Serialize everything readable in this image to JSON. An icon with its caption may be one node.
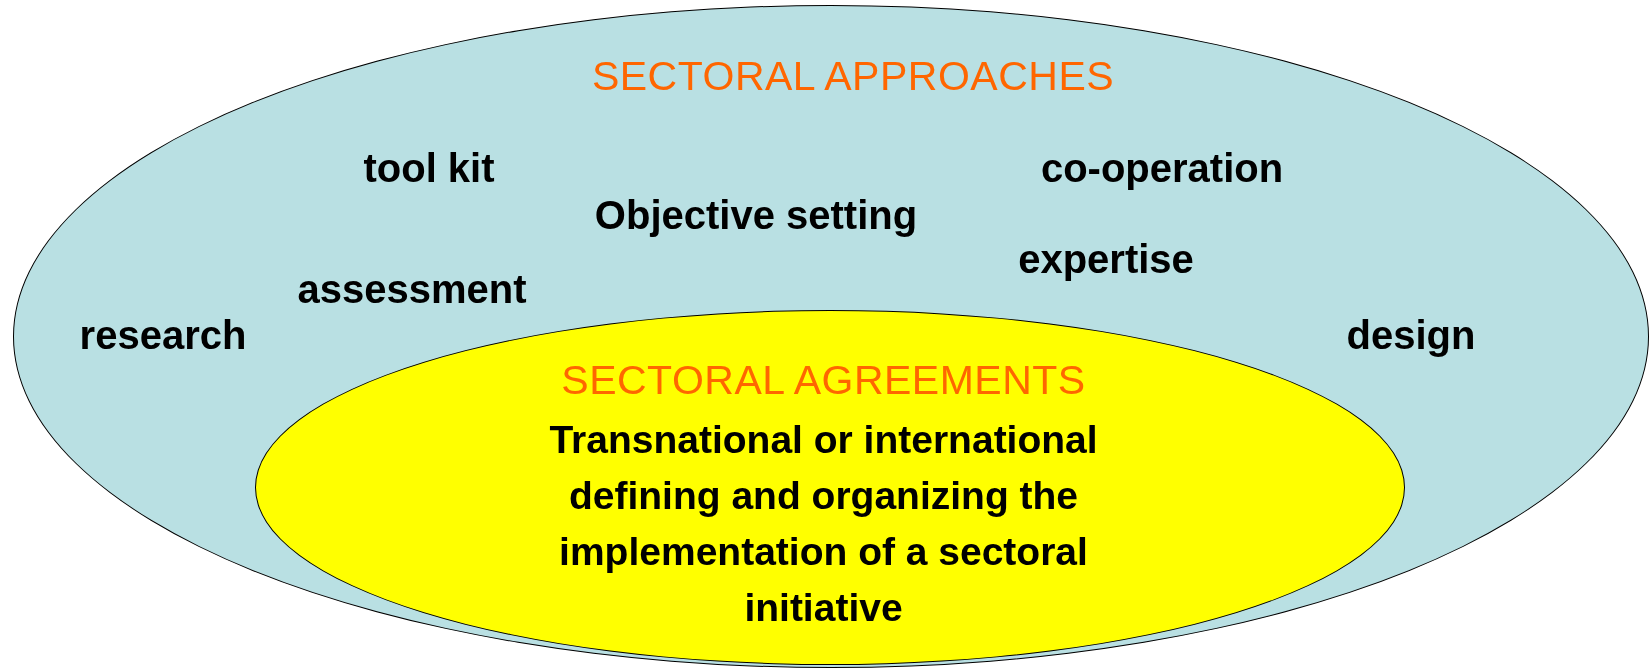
{
  "diagram": {
    "nodes": [
      {
        "text": [
          "SECTORAL APPROACHES",
          "tool kit",
          "co-operation",
          "Objective setting",
          "expertise",
          "assessment",
          "research",
          "design"
        ]
      },
      {
        "in": 0,
        "text": [
          "SECTORAL AGREEMENTS",
          "Transnational or international defining and organizing the implementation of a sectoral initiative"
        ]
      }
    ]
  }
}
